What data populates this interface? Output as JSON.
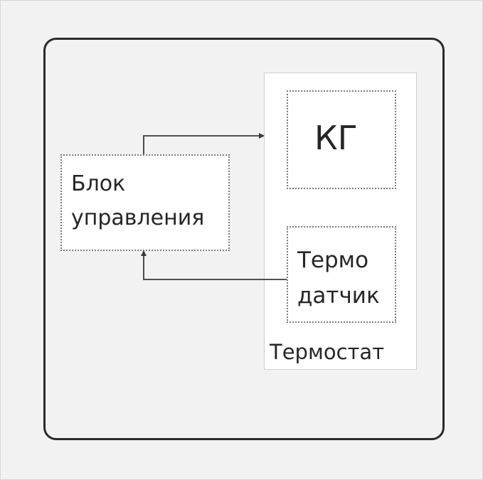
{
  "diagram": {
    "control_unit": {
      "line1": "Блок",
      "line2": "управления"
    },
    "kg": {
      "label": "КГ"
    },
    "sensor": {
      "line1": "Термо",
      "line2": "датчик"
    },
    "thermostat": {
      "label": "Термостат"
    },
    "colors": {
      "background": "#f2f2f2",
      "outline": "#2b2b2b",
      "dotted_border": "#7a7a7a",
      "text": "#262626"
    }
  }
}
